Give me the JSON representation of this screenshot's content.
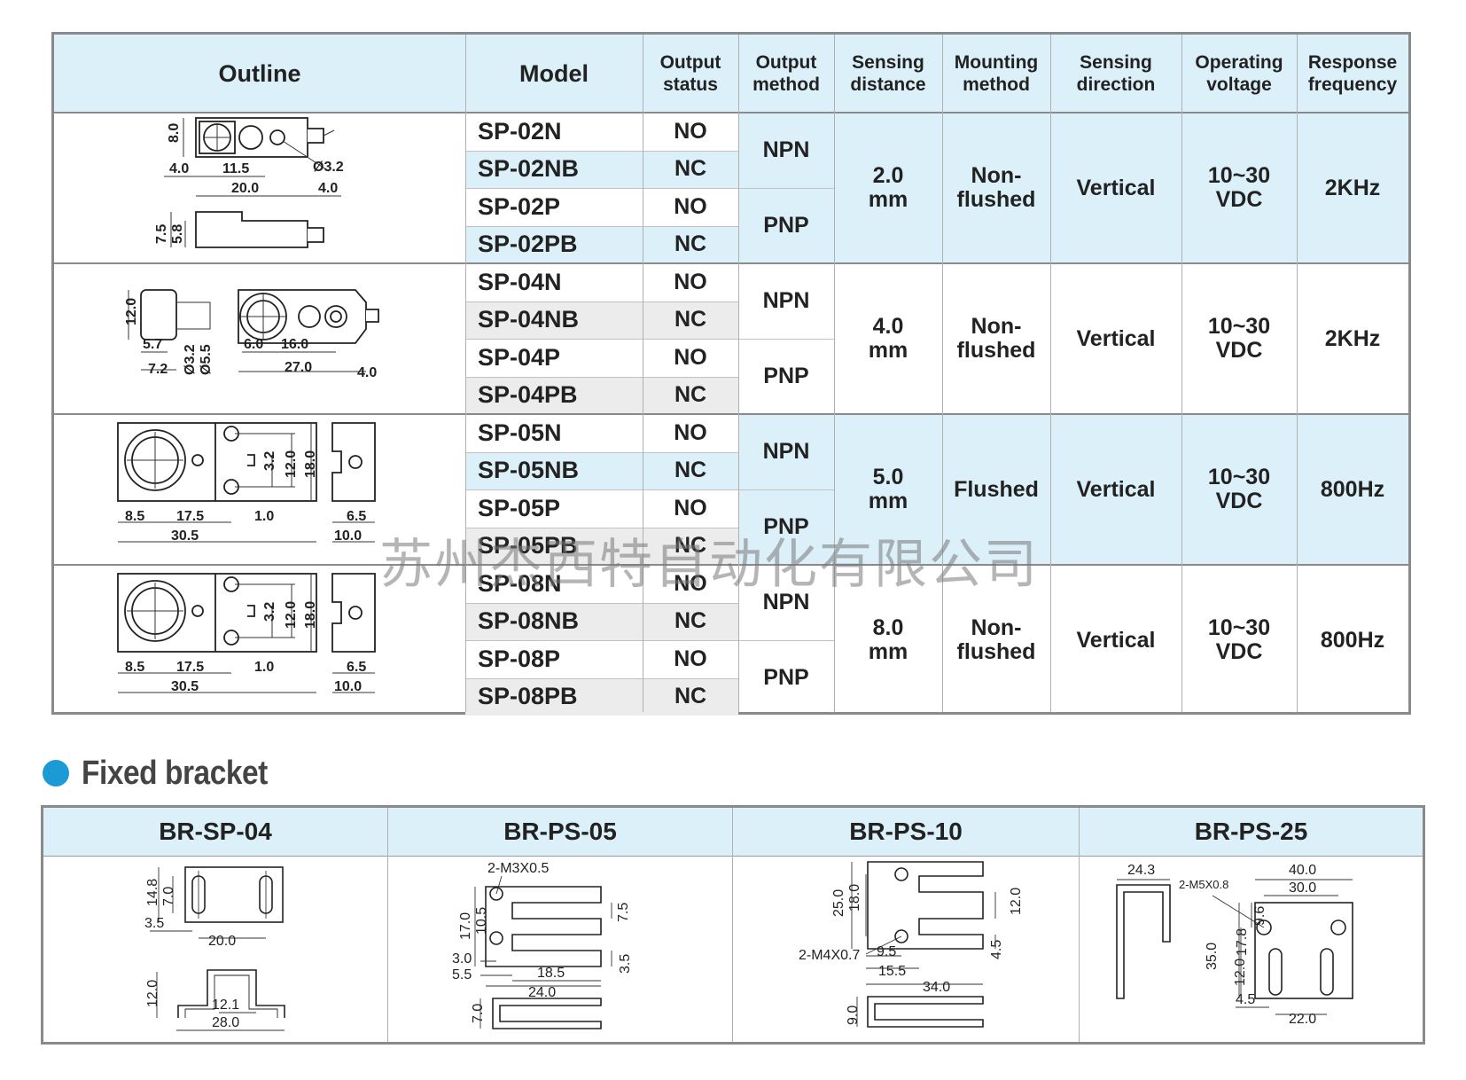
{
  "spec_table": {
    "headers": {
      "outline": "Outline",
      "model": "Model",
      "output_status": [
        "Output",
        "status"
      ],
      "output_method": [
        "Output",
        "method"
      ],
      "sensing_distance": [
        "Sensing",
        "distance"
      ],
      "mounting_method": [
        "Mounting",
        "method"
      ],
      "sensing_direction": [
        "Sensing",
        "direction"
      ],
      "operating_voltage": [
        "Operating",
        "voltage"
      ],
      "response_frequency": [
        "Response",
        "frequency"
      ]
    },
    "groups": [
      {
        "models": [
          "SP-02N",
          "SP-02NB",
          "SP-02P",
          "SP-02PB"
        ],
        "status": [
          "NO",
          "NC",
          "NO",
          "NC"
        ],
        "methods": [
          "NPN",
          "PNP"
        ],
        "distance": [
          "2.0",
          "mm"
        ],
        "mounting": [
          "Non-",
          "flushed"
        ],
        "direction": "Vertical",
        "voltage": [
          "10~30",
          "VDC"
        ],
        "frequency": "2KHz",
        "outline_dims": [
          "8.0",
          "4.0",
          "11.5",
          "Ø3.2",
          "20.0",
          "4.0",
          "7.5",
          "5.8"
        ]
      },
      {
        "models": [
          "SP-04N",
          "SP-04NB",
          "SP-04P",
          "SP-04PB"
        ],
        "status": [
          "NO",
          "NC",
          "NO",
          "NC"
        ],
        "methods": [
          "NPN",
          "PNP"
        ],
        "distance": [
          "4.0",
          "mm"
        ],
        "mounting": [
          "Non-",
          "flushed"
        ],
        "direction": "Vertical",
        "voltage": [
          "10~30",
          "VDC"
        ],
        "frequency": "2KHz",
        "outline_dims": [
          "12.0",
          "5.7",
          "7.2",
          "Ø3.2",
          "Ø5.5",
          "6.0",
          "16.0",
          "27.0",
          "4.0"
        ]
      },
      {
        "models": [
          "SP-05N",
          "SP-05NB",
          "SP-05P",
          "SP-05PB"
        ],
        "status": [
          "NO",
          "NC",
          "NO",
          "NC"
        ],
        "methods": [
          "NPN",
          "PNP"
        ],
        "distance": [
          "5.0",
          "mm"
        ],
        "mounting": [
          "Flushed"
        ],
        "direction": "Vertical",
        "voltage": [
          "10~30",
          "VDC"
        ],
        "frequency": "800Hz",
        "outline_dims": [
          "3.2",
          "12.0",
          "18.0",
          "8.5",
          "17.5",
          "1.0",
          "30.5",
          "6.5",
          "10.0"
        ]
      },
      {
        "models": [
          "SP-08N",
          "SP-08NB",
          "SP-08P",
          "SP-08PB"
        ],
        "status": [
          "NO",
          "NC",
          "NO",
          "NC"
        ],
        "methods": [
          "NPN",
          "PNP"
        ],
        "distance": [
          "8.0",
          "mm"
        ],
        "mounting": [
          "Non-",
          "flushed"
        ],
        "direction": "Vertical",
        "voltage": [
          "10~30",
          "VDC"
        ],
        "frequency": "800Hz",
        "outline_dims": [
          "3.2",
          "12.0",
          "18.0",
          "8.5",
          "17.5",
          "1.0",
          "30.5",
          "6.5",
          "10.0"
        ]
      }
    ]
  },
  "fixed_bracket": {
    "title": "Fixed bracket",
    "items": [
      {
        "name": "BR-SP-04",
        "dims": [
          "14.8",
          "7.0",
          "3.5",
          "20.0",
          "12.0",
          "12.1",
          "28.0"
        ]
      },
      {
        "name": "BR-PS-05",
        "dims": [
          "2-M3X0.5",
          "17.0",
          "10.5",
          "7.5",
          "3.0",
          "5.5",
          "18.5",
          "3.5",
          "24.0",
          "7.0"
        ]
      },
      {
        "name": "BR-PS-10",
        "dims": [
          "25.0",
          "18.0",
          "12.0",
          "2-M4X0.7",
          "9.5",
          "15.5",
          "4.5",
          "34.0",
          "9.0"
        ]
      },
      {
        "name": "BR-PS-25",
        "dims": [
          "24.3",
          "40.0",
          "2-M5X0.8",
          "30.0",
          "9.6",
          "17.8",
          "35.0",
          "12.0",
          "4.5",
          "22.0"
        ]
      }
    ]
  },
  "watermark": "苏州杰西特自动化有限公司",
  "colors": {
    "header_bg": "#dcf0f9",
    "row_grey": "#ececec",
    "border": "#8a8a8a",
    "bullet": "#1b9ad6"
  }
}
